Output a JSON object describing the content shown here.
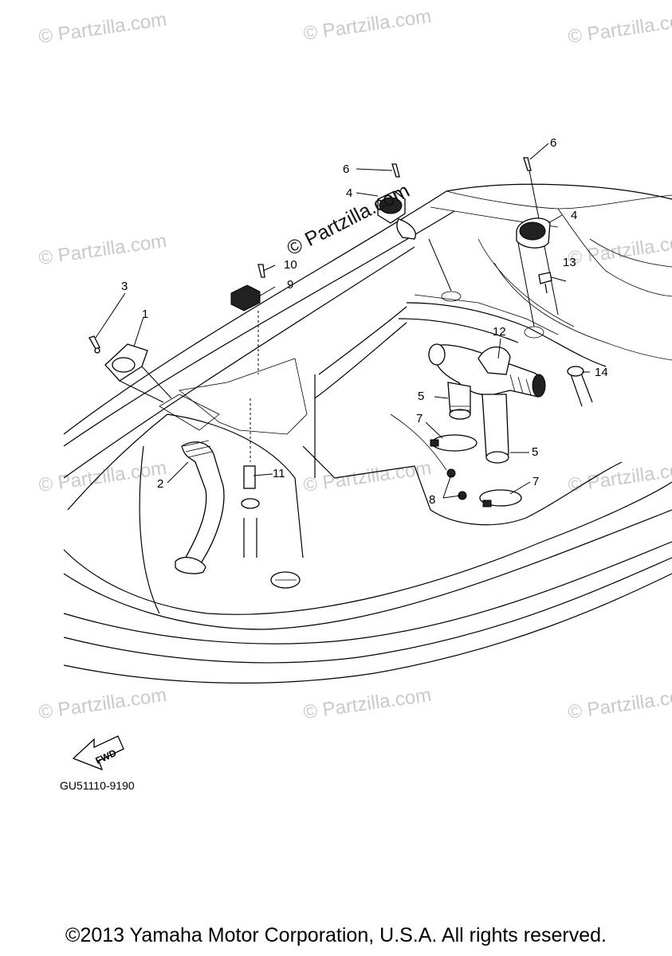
{
  "watermark": "© Partzilla.com",
  "watermark_main": "© Partzilla.com",
  "callouts": {
    "c1": "1",
    "c2": "2",
    "c3": "3",
    "c4a": "4",
    "c4b": "4",
    "c5a": "5",
    "c5b": "5",
    "c6a": "6",
    "c6b": "6",
    "c7a": "7",
    "c7b": "7",
    "c8": "8",
    "c9": "9",
    "c10": "10",
    "c11": "11",
    "c12": "12",
    "c13": "13",
    "c14": "14"
  },
  "fwd_label": "FWD",
  "ref_code": "GU51110-9190",
  "copyright": "©2013 Yamaha Motor Corporation, U.S.A. All rights reserved."
}
